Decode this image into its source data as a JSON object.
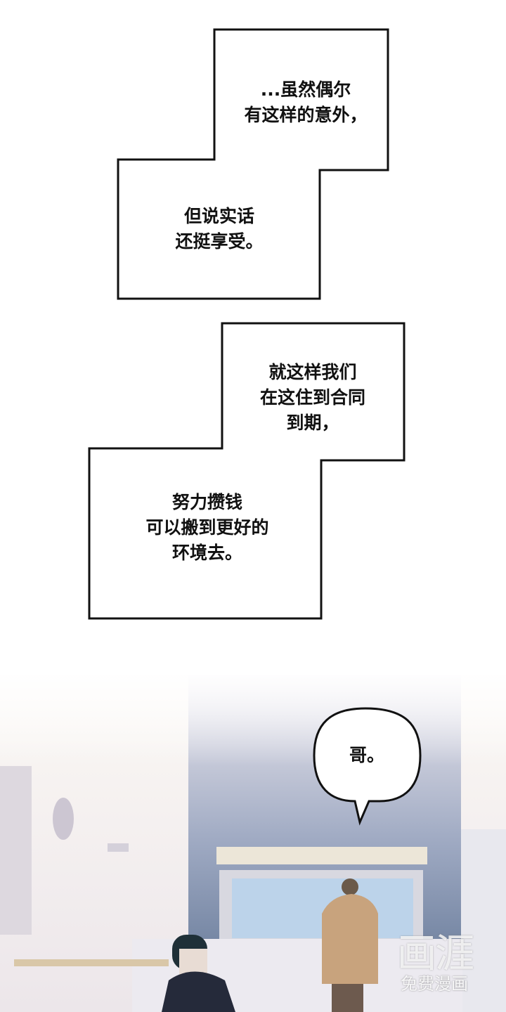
{
  "panels": {
    "caption1": {
      "lines": [
        "...虽然偶尔",
        "有这样的意外，"
      ]
    },
    "caption2": {
      "lines": [
        "但说实话",
        "还挺享受。"
      ]
    },
    "caption3": {
      "lines": [
        "就这样我们",
        "在这住到合同",
        "到期，"
      ]
    },
    "caption4": {
      "lines": [
        "努力攒钱",
        "可以搬到更好的",
        "环境去。"
      ]
    }
  },
  "scene": {
    "speech_bubble": "哥。",
    "colors": {
      "wall": "#5a6f8f",
      "window_sky": "#bcd3ea",
      "sweater": "#c8a37d",
      "dark_shirt": "#252a3a"
    }
  },
  "watermark": {
    "logo": "画涯",
    "tagline": "免费漫画"
  }
}
